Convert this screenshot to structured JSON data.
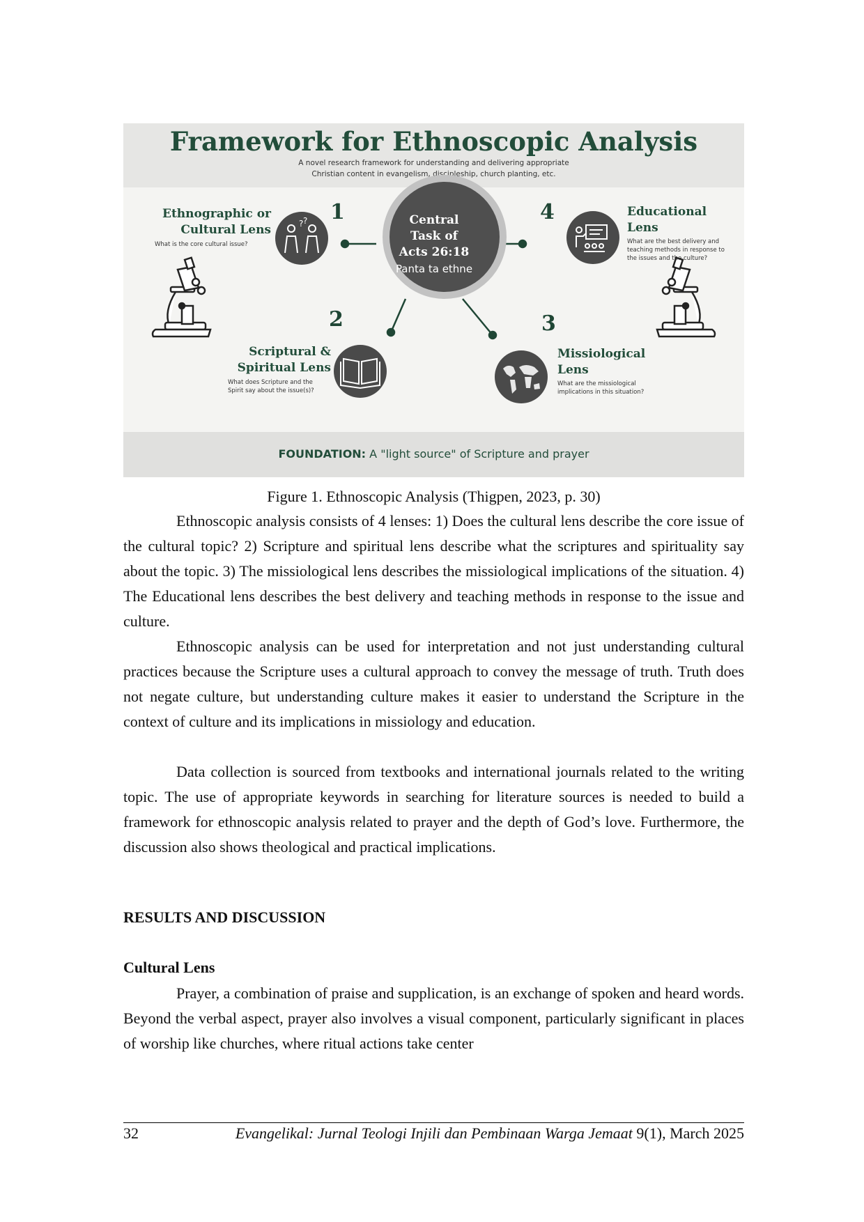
{
  "figure": {
    "title": "Framework for Ethnoscopic Analysis",
    "subtitle": "A novel research framework for understanding and delivering appropriate Christian content in evangelism, discipleship, church planting, etc.",
    "center": {
      "lines": [
        "Central",
        "Task of",
        "Acts 26:18"
      ],
      "subtitle": "Panta ta ethne"
    },
    "lenses": [
      {
        "number": "1",
        "title_lines": [
          "Ethnographic or",
          "Cultural Lens"
        ],
        "question": "What is the core cultural issue?",
        "icon": "people-talking-icon"
      },
      {
        "number": "2",
        "title_lines": [
          "Scriptural &",
          "Spiritual Lens"
        ],
        "question": "What does Scripture and the Spirit say about the issue(s)?",
        "icon": "open-book-icon"
      },
      {
        "number": "3",
        "title_lines": [
          "Missiological",
          "Lens"
        ],
        "question": "What are the missiological implications in this situation?",
        "icon": "world-map-icon"
      },
      {
        "number": "4",
        "title_lines": [
          "Educational",
          "Lens"
        ],
        "question": "What are the best delivery and teaching methods in response to the issues and the culture?",
        "icon": "teacher-board-icon"
      }
    ],
    "foundation_label": "FOUNDATION:",
    "foundation_text": "A \"light source\" of Scripture and prayer",
    "accent_color": "#224d3a",
    "circle_color": "#4f4f4f"
  },
  "caption": "Figure 1. Ethnoscopic Analysis (Thigpen, 2023, p. 30)",
  "paragraphs": [
    "Ethnoscopic analysis consists of 4 lenses: 1) Does the cultural lens describe the core issue of the cultural topic? 2) Scripture and spiritual lens describe what the scriptures and spirituality say about the topic. 3) The missiological lens describes the missiological implications of the situation. 4) The Educational lens describes the best delivery and teaching methods in response to the issue and culture.",
    "Ethnoscopic analysis can be used for interpretation and not just understanding cultural practices because the Scripture uses a cultural approach to convey the message of truth. Truth does not negate culture, but understanding culture makes it easier to understand the Scripture in the context of culture and its implications in missiology and education.",
    "Data collection is sourced from textbooks and international journals related to the writing topic. The use of appropriate keywords in searching for literature sources is needed to build a framework for ethnoscopic analysis related to prayer and the depth of God’s love. Furthermore, the discussion also shows theological and practical implications."
  ],
  "section_heading": "RESULTS AND DISCUSSION",
  "subsection_heading": "Cultural Lens",
  "subsection_paragraph": "Prayer, a combination of praise and supplication, is an exchange of spoken and heard words. Beyond the verbal aspect, prayer also involves a visual component, particularly significant in places of worship like churches, where ritual actions take center",
  "footer": {
    "page_number": "32",
    "journal_name": "Evangelikal: Jurnal Teologi Injili dan Pembinaan Warga Jemaat",
    "issue": "9(1), March 2025"
  }
}
